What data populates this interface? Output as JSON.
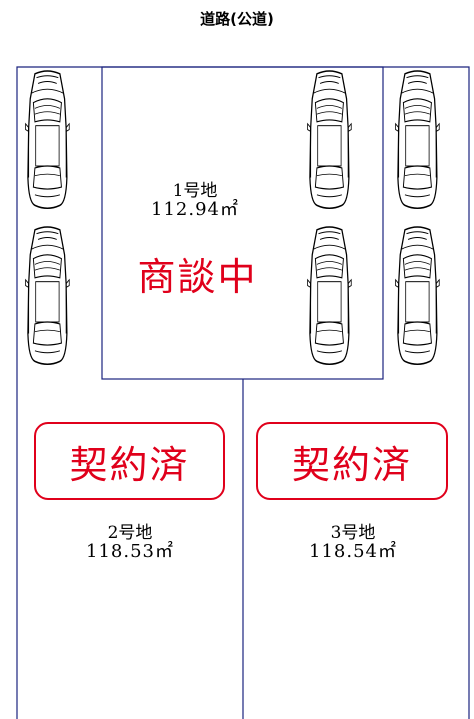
{
  "road": {
    "label": "道路(公道)"
  },
  "lots": [
    {
      "name": "1号地",
      "area": "112.94㎡",
      "status": "商談中"
    },
    {
      "name": "2号地",
      "area": "118.53㎡",
      "status": "契約済"
    },
    {
      "name": "3号地",
      "area": "118.54㎡",
      "status": "契約済"
    }
  ],
  "colors": {
    "boundary": "#1a237e",
    "status_red": "#e0001b",
    "car_line": "#000000"
  },
  "icons": {
    "car": "car-top-view-icon"
  }
}
